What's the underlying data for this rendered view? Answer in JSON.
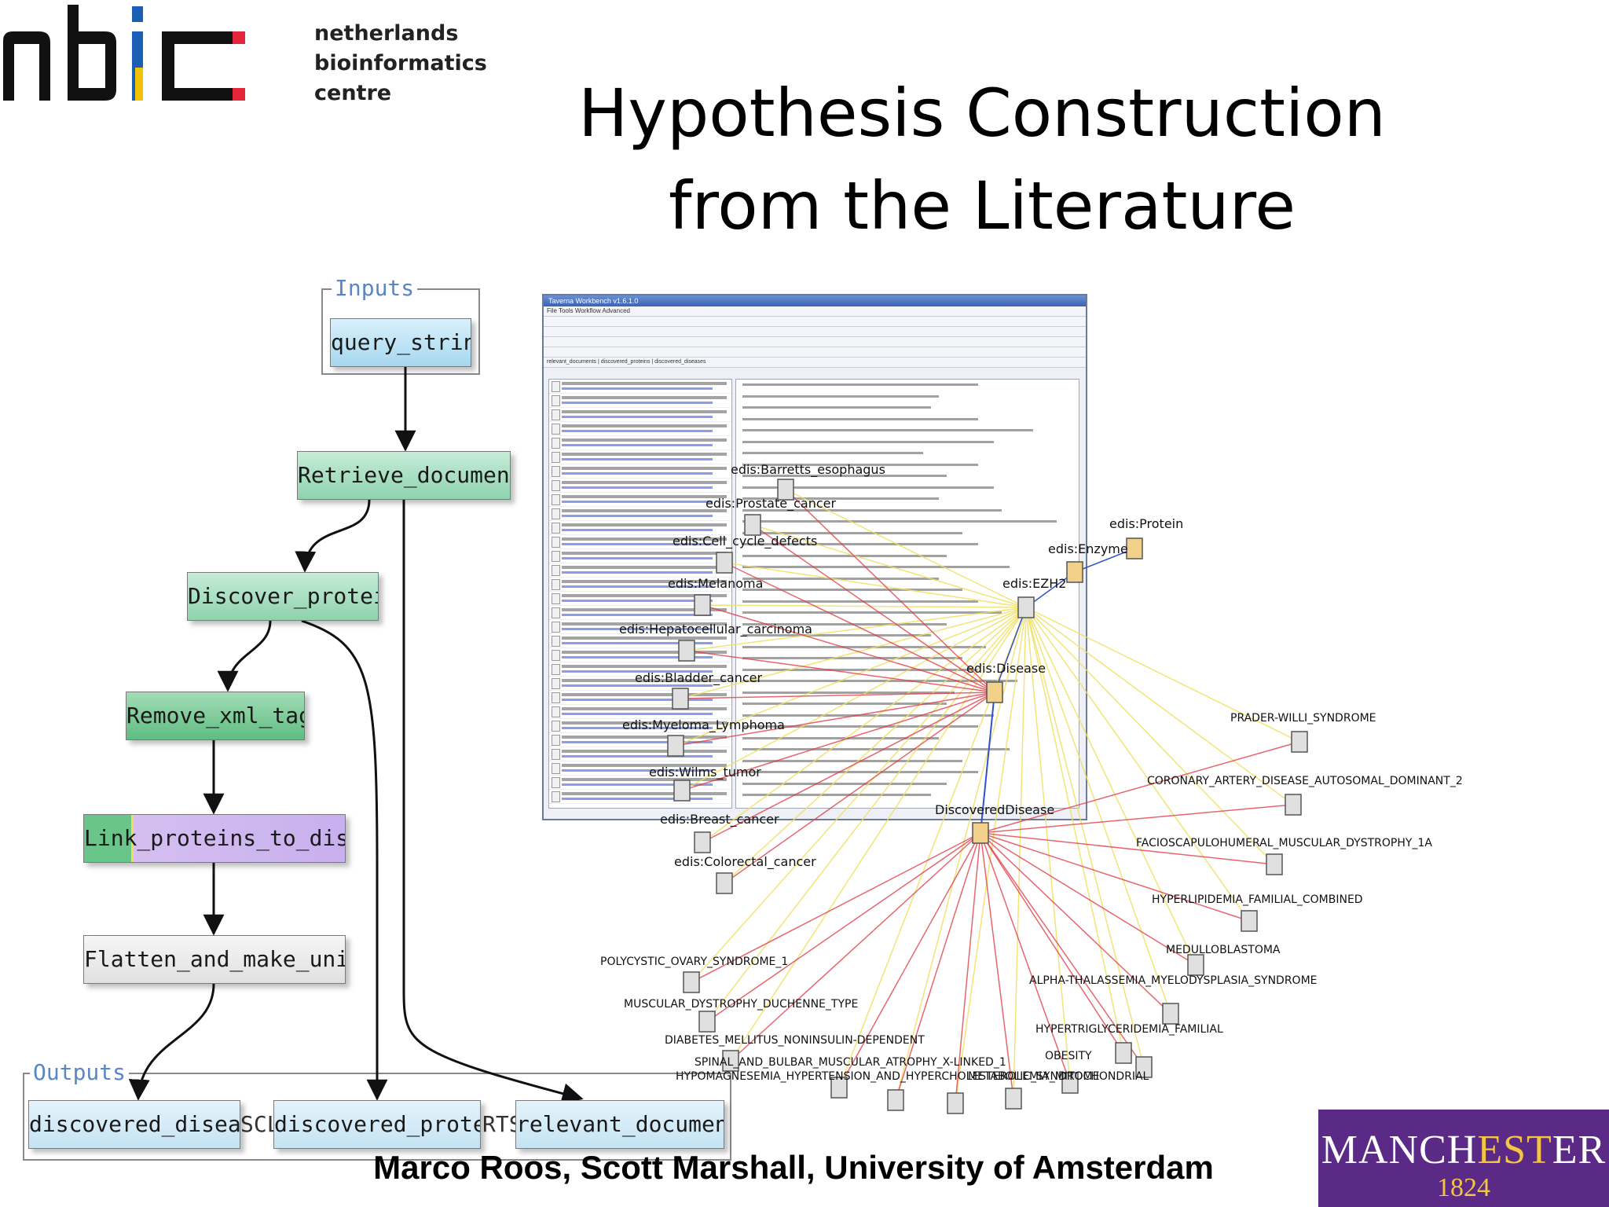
{
  "header": {
    "logo_lines": [
      "netherlands",
      "bioinformatics",
      "centre"
    ],
    "title_line1": "Hypothesis Construction",
    "title_line2": "from the Literature"
  },
  "workflow": {
    "inputs_label": "Inputs",
    "outputs_label": "Outputs",
    "nodes": {
      "query_string": "query_string",
      "retrieve_documents": "Retrieve_documents",
      "discover_proteins": "Discover_proteins",
      "remove_xml_tag": "Remove_xml_tag",
      "link_proteins": "Link_proteins_to_diseases",
      "flatten": "Flatten_and_make_unique"
    },
    "outputs": {
      "diseases": "discovered_diseases",
      "proteins": "discovered_proteins",
      "documents": "relevant_documents"
    },
    "fragments": [
      "SCL",
      "RTS"
    ]
  },
  "taverna": {
    "window_title": "Taverna Workbench v1.6.1.0",
    "menu": "File  Tools  Workflow  Advanced",
    "tabs": [
      "relevant_documents",
      "discovered_proteins",
      "discovered_diseases"
    ]
  },
  "network": {
    "center_nodes": {
      "disease": "edis:Disease",
      "discovered": "DiscoveredDisease",
      "ezh2": "edis:EZH2",
      "enzyme": "edis:Enzyme",
      "protein": "edis:Protein"
    },
    "left_labels": [
      "edis:Barretts_esophagus",
      "edis:Prostate_cancer",
      "edis:Cell_cycle_defects",
      "edis:Melanoma",
      "edis:Hepatocellular_carcinoma",
      "edis:Bladder_cancer",
      "edis:Myeloma_Lymphoma",
      "edis:Wilms_tumor",
      "edis:Breast_cancer",
      "edis:Colorectal_cancer"
    ],
    "right_labels": [
      "PRADER-WILLI_SYNDROME",
      "CORONARY_ARTERY_DISEASE_AUTOSOMAL_DOMINANT_2",
      "FACIOSCAPULOHUMERAL_MUSCULAR_DYSTROPHY_1A",
      "HYPERLIPIDEMIA_FAMILIAL_COMBINED",
      "MEDULLOBLASTOMA",
      "ALPHA-THALASSEMIA_MYELODYSPLASIA_SYNDROME",
      "HYPERTRIGLYCERIDEMIA_FAMILIAL",
      "OBESITY"
    ],
    "bottom_labels": [
      "POLYCYSTIC_OVARY_SYNDROME_1",
      "MUSCULAR_DYSTROPHY_DUCHENNE_TYPE",
      "DIABETES_MELLITUS_NONINSULIN-DEPENDENT",
      "SPINAL_AND_BULBAR_MUSCULAR_ATROPHY_X-LINKED_1",
      "HYPOMAGNESEMIA_HYPERTENSION_AND_HYPERCHOLESTEROLEMIA_MITOCHONDRIAL",
      "METABOLIC_SYNDROME"
    ]
  },
  "footer": {
    "credit": "Marco Roos, Scott Marshall, University of Amsterdam",
    "logo_word_a": "MANCH",
    "logo_word_b": "EST",
    "logo_word_c": "ER",
    "logo_year": "1824"
  },
  "colors": {
    "nbic_blue": "#1a5fb4",
    "nbic_yellow": "#f2c200",
    "nbic_red": "#e3263a",
    "manchester_purple": "#5b2a86",
    "edge_red": "#e0404a",
    "edge_yellow": "#f0e060"
  }
}
